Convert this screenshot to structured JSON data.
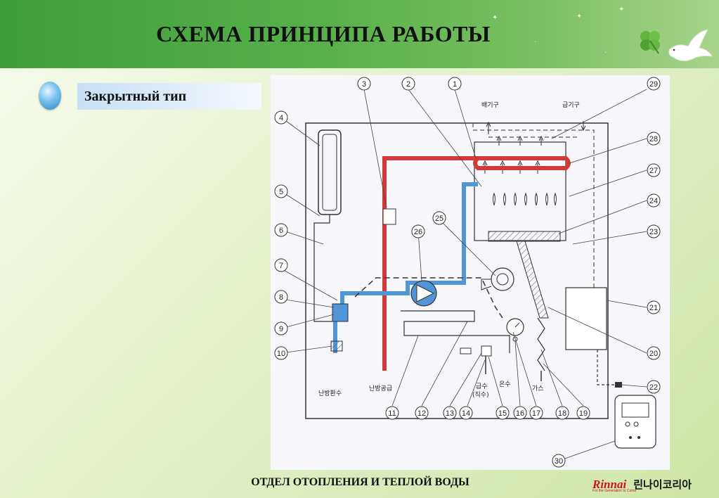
{
  "header": {
    "title": "СХЕМА ПРИНЦИПА РАБОТЫ"
  },
  "section": {
    "subtitle": "Закрытный тип"
  },
  "diagram": {
    "callouts": [
      "1",
      "2",
      "3",
      "4",
      "5",
      "6",
      "7",
      "8",
      "9",
      "10",
      "11",
      "12",
      "13",
      "14",
      "15",
      "16",
      "17",
      "18",
      "19",
      "20",
      "21",
      "22",
      "23",
      "24",
      "25",
      "26",
      "27",
      "28",
      "29",
      "30"
    ],
    "labels": {
      "exhaust": "배기구",
      "intake": "급기구",
      "heating_return": "난방환수",
      "heating_supply": "난방공급",
      "cold_water": "급수",
      "cold_water_sub": "(직수)",
      "hot_water": "온수",
      "gas": "가스"
    },
    "colors": {
      "supply_pipe": "#d23a3a",
      "return_pipe": "#4f95d8"
    }
  },
  "footer": {
    "department": "ОТДЕЛ ОТОПЛЕНИЯ И ТЕПЛОЙ ВОДЫ",
    "brand_logo": "Rinnai",
    "brand_tagline": "For the Generation to Come",
    "brand_korean": "린나이코리아"
  }
}
